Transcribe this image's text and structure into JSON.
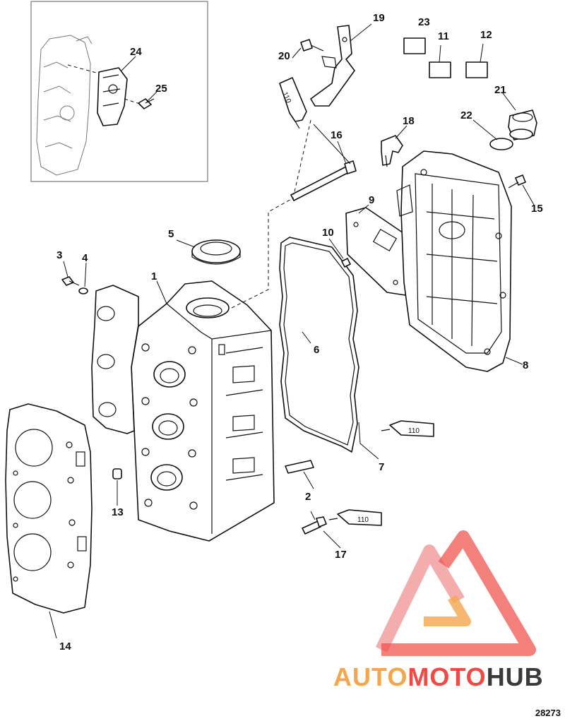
{
  "diagram": {
    "figure_number": "28273",
    "sealant_label": "110",
    "callouts": [
      {
        "id": "1"
      },
      {
        "id": "2"
      },
      {
        "id": "3"
      },
      {
        "id": "4"
      },
      {
        "id": "5"
      },
      {
        "id": "6"
      },
      {
        "id": "7"
      },
      {
        "id": "8"
      },
      {
        "id": "9"
      },
      {
        "id": "10"
      },
      {
        "id": "11"
      },
      {
        "id": "12"
      },
      {
        "id": "13"
      },
      {
        "id": "14"
      },
      {
        "id": "15"
      },
      {
        "id": "16"
      },
      {
        "id": "17"
      },
      {
        "id": "18"
      },
      {
        "id": "19"
      },
      {
        "id": "20"
      },
      {
        "id": "21"
      },
      {
        "id": "22"
      },
      {
        "id": "23"
      },
      {
        "id": "24"
      },
      {
        "id": "25"
      }
    ]
  },
  "watermark": {
    "part1": "AUTO",
    "part2": "MOTO",
    "part3": "HUB",
    "logo_colors": [
      "#f08a8a",
      "#ef4a45",
      "#f4a64c"
    ]
  }
}
